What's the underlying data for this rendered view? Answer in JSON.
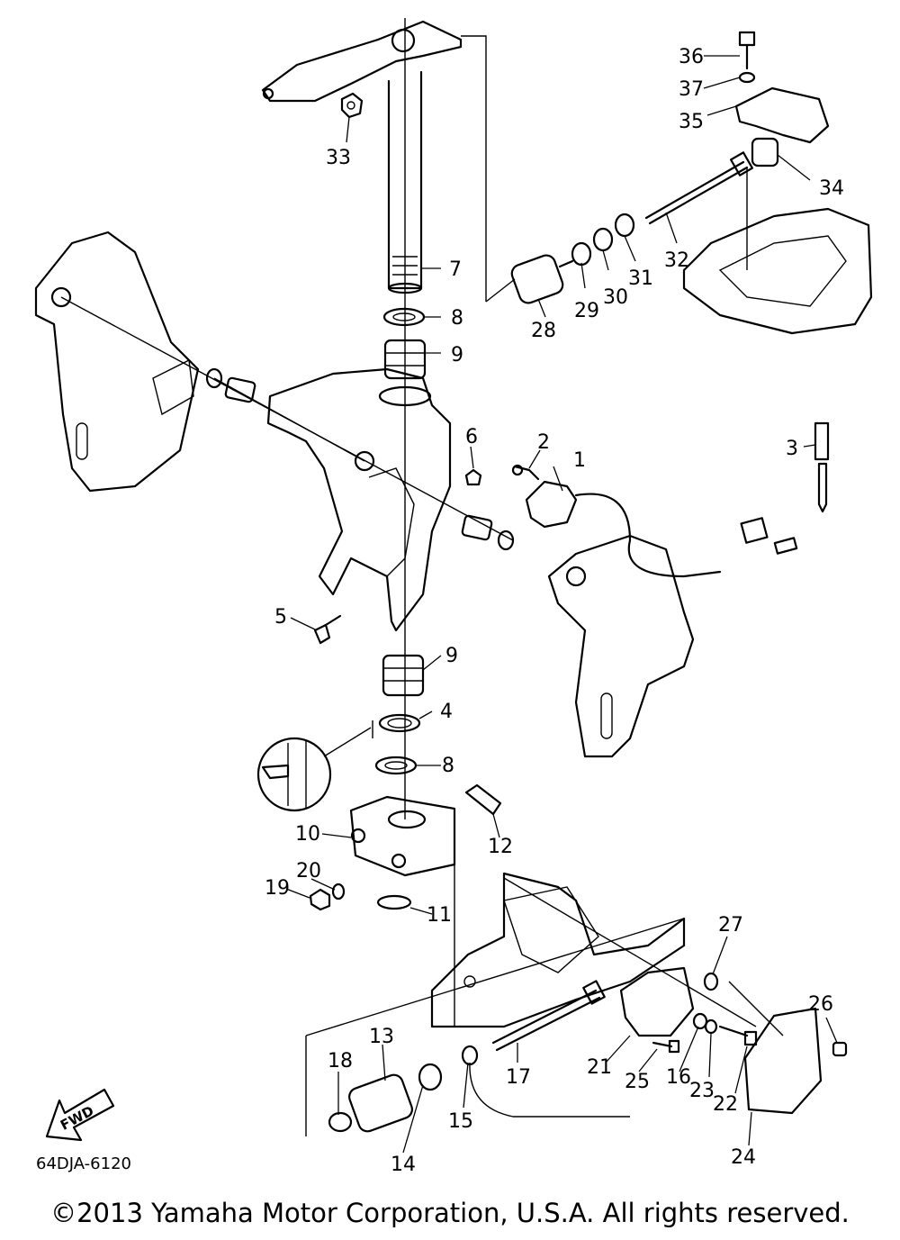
{
  "diagram": {
    "drawing_number": "64DJA-6120",
    "direction_label": "FWD",
    "callouts": [
      {
        "id": "c1",
        "label": "1"
      },
      {
        "id": "c2",
        "label": "2"
      },
      {
        "id": "c3",
        "label": "3"
      },
      {
        "id": "c4",
        "label": "4"
      },
      {
        "id": "c5",
        "label": "5"
      },
      {
        "id": "c6",
        "label": "6"
      },
      {
        "id": "c7",
        "label": "7"
      },
      {
        "id": "c8a",
        "label": "8"
      },
      {
        "id": "c8b",
        "label": "8"
      },
      {
        "id": "c9a",
        "label": "9"
      },
      {
        "id": "c9b",
        "label": "9"
      },
      {
        "id": "c10",
        "label": "10"
      },
      {
        "id": "c11",
        "label": "11"
      },
      {
        "id": "c12",
        "label": "12"
      },
      {
        "id": "c13",
        "label": "13"
      },
      {
        "id": "c14",
        "label": "14"
      },
      {
        "id": "c15",
        "label": "15"
      },
      {
        "id": "c16",
        "label": "16"
      },
      {
        "id": "c17",
        "label": "17"
      },
      {
        "id": "c18",
        "label": "18"
      },
      {
        "id": "c19",
        "label": "19"
      },
      {
        "id": "c20",
        "label": "20"
      },
      {
        "id": "c21",
        "label": "21"
      },
      {
        "id": "c22",
        "label": "22"
      },
      {
        "id": "c23",
        "label": "23"
      },
      {
        "id": "c24",
        "label": "24"
      },
      {
        "id": "c25",
        "label": "25"
      },
      {
        "id": "c26",
        "label": "26"
      },
      {
        "id": "c27",
        "label": "27"
      },
      {
        "id": "c28",
        "label": "28"
      },
      {
        "id": "c29",
        "label": "29"
      },
      {
        "id": "c30",
        "label": "30"
      },
      {
        "id": "c31",
        "label": "31"
      },
      {
        "id": "c32",
        "label": "32"
      },
      {
        "id": "c33",
        "label": "33"
      },
      {
        "id": "c34",
        "label": "34"
      },
      {
        "id": "c35",
        "label": "35"
      },
      {
        "id": "c36",
        "label": "36"
      },
      {
        "id": "c37",
        "label": "37"
      }
    ]
  },
  "footer": {
    "copyright": "©2013 Yamaha Motor Corporation, U.S.A. All rights reserved."
  }
}
